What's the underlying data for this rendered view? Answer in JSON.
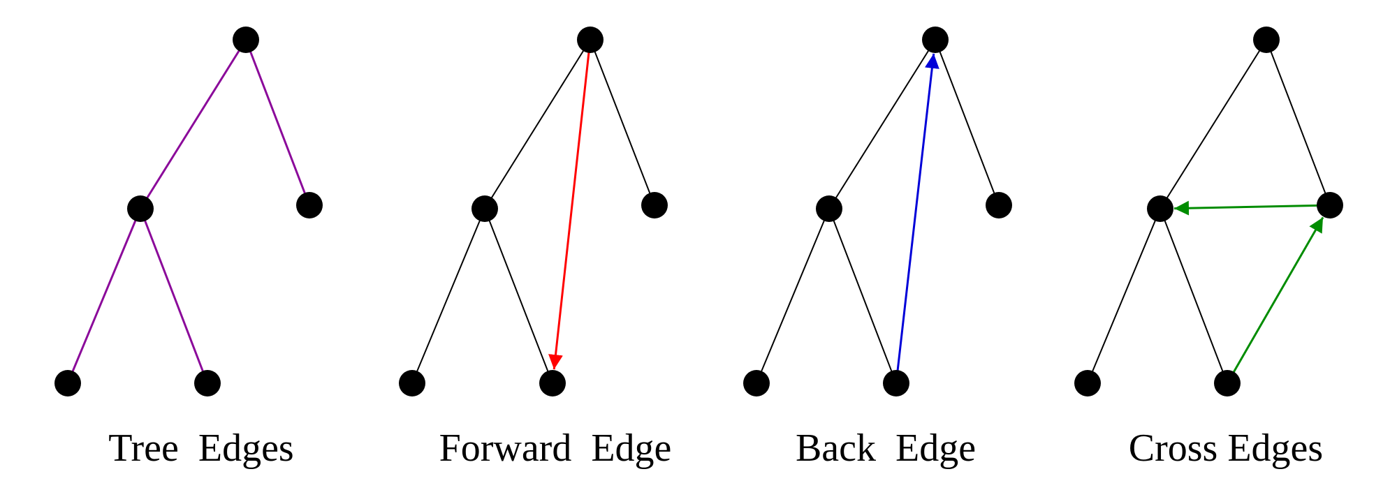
{
  "panels": [
    {
      "id": "tree-edges",
      "caption": "Tree  Edges",
      "tree_edge_color": "#8b0a9a",
      "special_edges": []
    },
    {
      "id": "forward-edge",
      "caption": "Forward  Edge",
      "tree_edge_color": "#000000",
      "special_edges": [
        {
          "kind": "forward",
          "from": "root",
          "to": "left-right-leaf",
          "color": "#ff0000"
        }
      ]
    },
    {
      "id": "back-edge",
      "caption": "Back  Edge",
      "tree_edge_color": "#000000",
      "special_edges": [
        {
          "kind": "back",
          "from": "left-right-leaf",
          "to": "root",
          "color": "#0000d8"
        }
      ]
    },
    {
      "id": "cross-edges",
      "caption": "Cross Edges",
      "tree_edge_color": "#000000",
      "special_edges": [
        {
          "kind": "cross",
          "from": "right-child",
          "to": "left-child",
          "color": "#008c00"
        },
        {
          "kind": "cross",
          "from": "left-right-leaf",
          "to": "right-child",
          "color": "#008c00"
        }
      ]
    }
  ],
  "tree": {
    "nodes": [
      "root",
      "left-child",
      "right-child",
      "left-left-leaf",
      "left-right-leaf"
    ],
    "edges": [
      [
        "root",
        "left-child"
      ],
      [
        "root",
        "right-child"
      ],
      [
        "left-child",
        "left-left-leaf"
      ],
      [
        "left-child",
        "left-right-leaf"
      ]
    ]
  },
  "node_color": "#000000"
}
